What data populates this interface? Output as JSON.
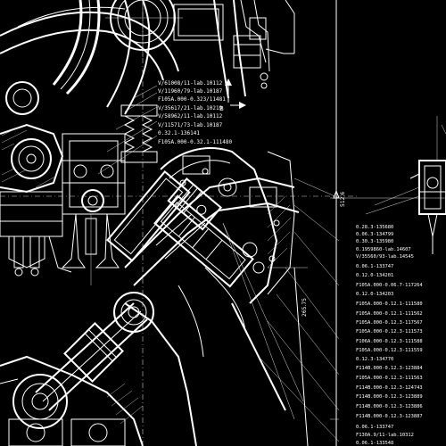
{
  "drawing": {
    "callouts_top": [
      "V/61008/11-lab.10112",
      "V/11960/79-lab.10187",
      "F105A.000-0.323/11481",
      "V/35617/21-lab.10219",
      "V/58962/11-lab.10112",
      "V/11571/73-lab.10187",
      "0.32.1-136141",
      "F105A.000-0.32.1-111480"
    ],
    "callouts_right": [
      "0.28.3-135680",
      "0.06.3-134799",
      "0.30.3-135980",
      "0.1959860-lab.14607",
      "V/35560/93-lab.14545",
      "0.06.1-133747",
      "0.12.0-134201",
      "F105A.000-0.06.7-117264",
      "0.12.0-134203",
      "F105A.000-0.12.1-111580",
      "F105A.000-0.12.1-111562",
      "F105A.000-0.12.3-117567",
      "F105A.000-0.12.3-111573",
      "F106A.000-0.12.3-111588",
      "F105A.000-0.12.3-111559",
      "0.12.3-134770",
      "F114B.000-0.12.3-123884",
      "F105A.000-0.12.3-111563",
      "F114B.000-0.12.3-124743",
      "F114B.000-0.12.3-123889",
      "F114B.000-0.12.3-123886",
      "F114B.000-0.12.3-123887",
      "0.06.1-133747",
      "F130A.9/11-lab.10312",
      "0.06.1-133548"
    ],
    "dimension_vertical": "512.6",
    "dimension_diagonal": "265.75",
    "section_mark_letter": "B",
    "colors": {
      "background": "#000000",
      "line": "#ffffff"
    }
  }
}
